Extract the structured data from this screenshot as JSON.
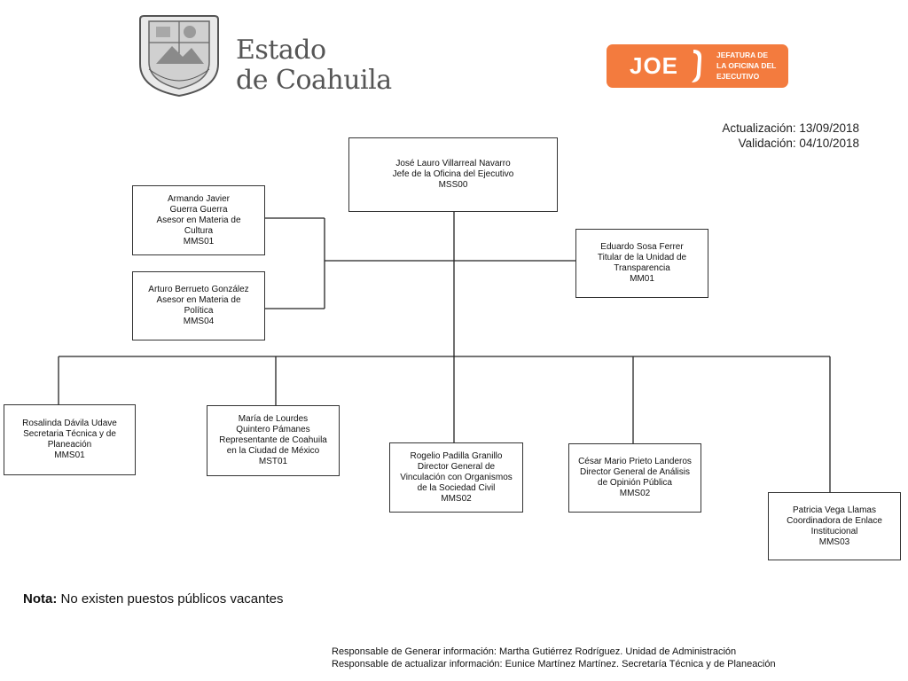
{
  "header": {
    "state_line1": "Estado",
    "state_line2": "de Coahuila",
    "joe_logo_text": "JOE",
    "joe_sub_line1": "JEFATURA DE",
    "joe_sub_line2": "LA OFICINA DEL",
    "joe_sub_line3": "EJECUTIVO",
    "joe_color": "#f37b3e"
  },
  "dates": {
    "updated": "Actualización: 13/09/2018",
    "validated": "Validación: 04/10/2018"
  },
  "nodes": {
    "root": {
      "name": "José Lauro Villarreal Navarro",
      "title": "Jefe de la Oficina del Ejecutivo",
      "code": "MSS00"
    },
    "advisor_culture": {
      "name_line1": "Armando Javier",
      "name_line2": "Guerra Guerra",
      "title_line1": "Asesor en Materia de",
      "title_line2": "Cultura",
      "code": "MMS01"
    },
    "advisor_politics": {
      "name": "Arturo Berrueto González",
      "title_line1": "Asesor en Materia de",
      "title_line2": "Política",
      "code": "MMS04"
    },
    "transparency": {
      "name": "Eduardo Sosa Ferrer",
      "title_line1": "Titular de la Unidad de",
      "title_line2": "Transparencia",
      "code": "MM01"
    },
    "technical_secretary": {
      "name": "Rosalinda Dávila Udave",
      "title_line1": "Secretaria Técnica y de",
      "title_line2": "Planeación",
      "code": "MMS01"
    },
    "cdmx_rep": {
      "name_line1": "María de Lourdes",
      "name_line2": "Quintero Pámanes",
      "title_line1": "Representante de Coahuila",
      "title_line2": "en la Ciudad de México",
      "code": "MST01"
    },
    "civil_society": {
      "name": "Rogelio Padilla Granillo",
      "title_line1": "Director General de",
      "title_line2": "Vinculación con Organismos",
      "title_line3": "de la Sociedad Civil",
      "code": "MMS02"
    },
    "public_opinion": {
      "name": "César Mario Prieto Landeros",
      "title_line1": "Director General de Análisis",
      "title_line2": "de Opinión Pública",
      "code": "MMS02"
    },
    "institutional_liaison": {
      "name": "Patricia Vega Llamas",
      "title_line1": "Coordinadora de Enlace",
      "title_line2": "Institucional",
      "code": "MMS03"
    }
  },
  "note": {
    "label": "Nota:",
    "text": " No existen puestos públicos vacantes"
  },
  "footer": {
    "line1": "Responsable de Generar información: Martha Gutiérrez Rodríguez. Unidad de Administración",
    "line2": "Responsable de actualizar información: Eunice Martínez Martínez. Secretaría Técnica y de Planeación"
  }
}
